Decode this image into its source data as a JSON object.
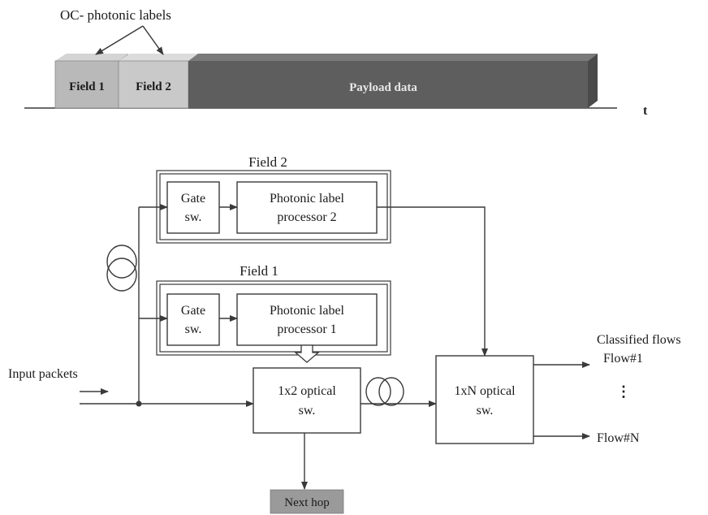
{
  "packet": {
    "labels_title": "OC- photonic labels",
    "field1": "Field 1",
    "field2": "Field  2",
    "payload": "Payload data",
    "time_axis": "t"
  },
  "diagram": {
    "field2_title": "Field 2",
    "field1_title": "Field 1",
    "gate_sw_line1": "Gate",
    "gate_sw_line2": "sw.",
    "processor2_line1": "Photonic label",
    "processor2_line2": "processor 2",
    "processor1_line1": "Photonic label",
    "processor1_line2": "processor 1",
    "input_packets": "Input packets",
    "switch_1x2_line1": "1x2 optical",
    "switch_1x2_line2": "sw.",
    "switch_1xN_line1": "1xN optical",
    "switch_1xN_line2": "sw.",
    "classified_flows": "Classified flows",
    "flow_1": "Flow#1",
    "flow_dots": "⋮",
    "flow_n": "Flow#N",
    "next_hop": "Next hop"
  },
  "colors": {
    "field1_fill": "#b9b9b9",
    "field2_fill": "#c9c9c9",
    "payload_fill": "#5e5e5e",
    "next_hop_fill": "#9a9a9a"
  }
}
